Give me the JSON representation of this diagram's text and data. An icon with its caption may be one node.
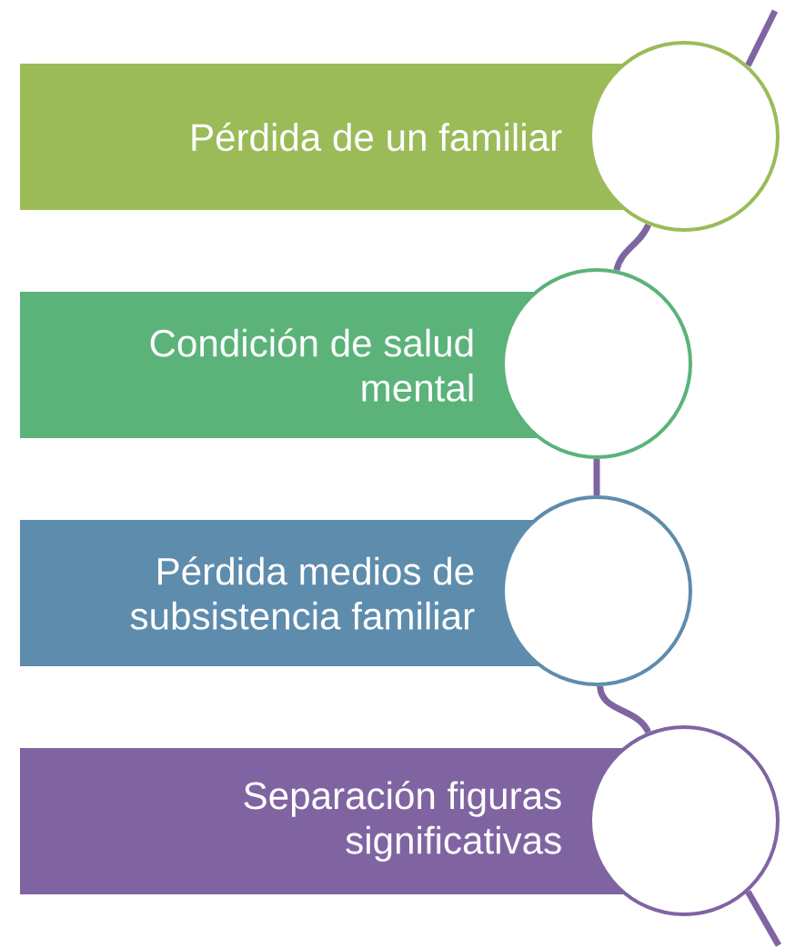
{
  "diagram": {
    "nodes": [
      {
        "text": [
          "Pérdida de un familiar"
        ]
      },
      {
        "text": [
          "Condición de salud mental"
        ]
      },
      {
        "text": [
          "Pérdida medios de subsistencia familiar"
        ]
      },
      {
        "text": [
          "Separación figuras significativas"
        ]
      },
      {
        "text": [],
        "shape": "circle"
      },
      {
        "text": [],
        "shape": "circle"
      },
      {
        "text": [],
        "shape": "circle"
      },
      {
        "text": [],
        "shape": "circle"
      }
    ],
    "edges": [
      {
        "from": null,
        "to": 4,
        "arrow": "none"
      },
      {
        "from": 4,
        "to": 5,
        "arrow": "none"
      },
      {
        "from": 5,
        "to": 6,
        "arrow": "none"
      },
      {
        "from": 6,
        "to": 7,
        "arrow": "none"
      },
      {
        "from": 7,
        "to": null,
        "arrow": "none"
      }
    ]
  }
}
